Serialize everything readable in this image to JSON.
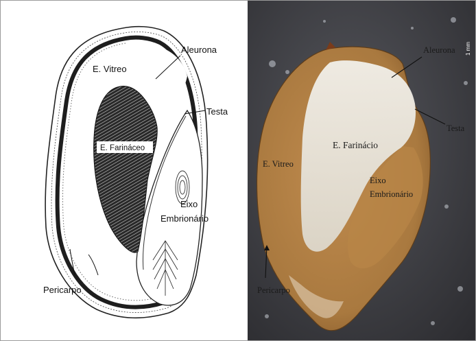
{
  "diagram": {
    "labels": {
      "aleurona": "Aleurona",
      "e_vitreo": "E. Vitreo",
      "testa": "Testa",
      "e_farinaceo": "E. Farináceo",
      "eixo": "Eixo",
      "embrionario": "Embrionário",
      "pericarpo": "Pericarpo"
    }
  },
  "photo": {
    "labels": {
      "aleurona": "Aleurona",
      "scale": "1 mm",
      "testa": "Testa",
      "e_farinacio": "E. Farinácio",
      "e_vitreo": "E. Vitreo",
      "eixo": "Eixo",
      "embrionario": "Embrionário",
      "pericarpo": "Pericarpo"
    }
  },
  "colors": {
    "photo_background": "#3c3c40",
    "kernel_brown": "#a9793f",
    "floury_white": "#ecebe6",
    "ink": "#111111"
  }
}
